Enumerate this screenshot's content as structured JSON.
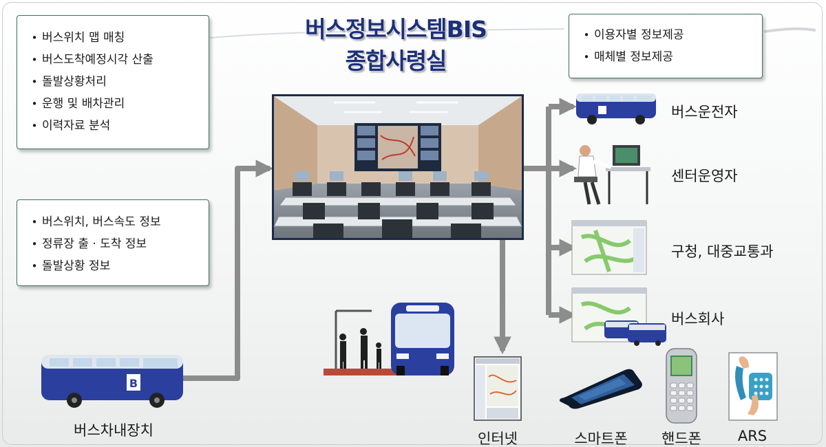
{
  "title_line1": "버스정보시스템BIS",
  "title_line2": "종합사령실",
  "box_functions": {
    "items": [
      "버스위치 맵 매칭",
      "버스도착예정시각 산출",
      "돌발상황처리",
      "운행 및 배차관리",
      "이력자료 분석"
    ]
  },
  "box_input": {
    "items": [
      "버스위치, 버스속도 정보",
      "정류장 출 · 도착 정보",
      "돌발상황 정보"
    ]
  },
  "box_output": {
    "items": [
      "이용자별 정보제공",
      "매체별 정보제공"
    ]
  },
  "bullet": "•",
  "bus_icon_mark": "B",
  "onboard_unit_label": "버스차내장치",
  "receivers": [
    "버스운전자",
    "센터운영자",
    "구청, 대중교통과",
    "버스회사"
  ],
  "media": [
    "인터넷",
    "스마트폰",
    "핸드폰",
    "ARS"
  ],
  "colors": {
    "box_border": "#3d6e63",
    "arrow": "#8c8c8c",
    "bus_blue": "#2a3f9e",
    "title": "#1c2f78"
  }
}
